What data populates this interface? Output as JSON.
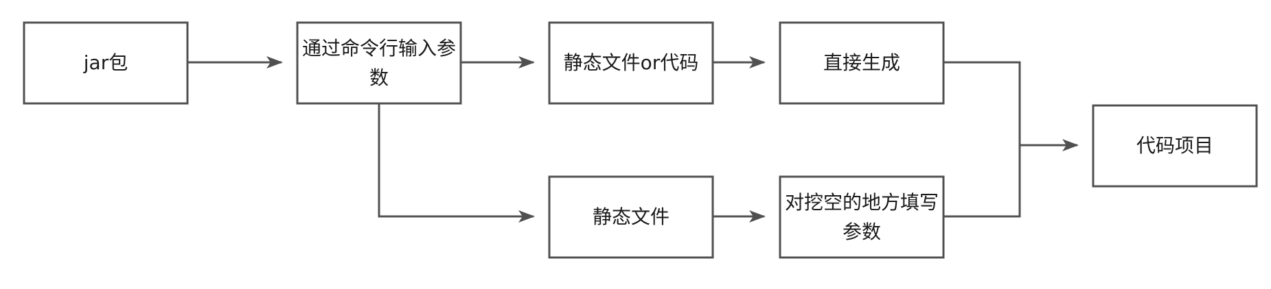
{
  "colors": {
    "stroke": "#505050",
    "text": "#1a1a1a",
    "background": "#ffffff"
  },
  "nodes": {
    "jar": "jar包",
    "cli_params": "通过命令行输入参数",
    "static_or_code": "静态文件or代码",
    "direct_generate": "直接生成",
    "static_file": "静态文件",
    "fill_params": "对挖空的地方填写参数",
    "code_project": "代码项目"
  }
}
